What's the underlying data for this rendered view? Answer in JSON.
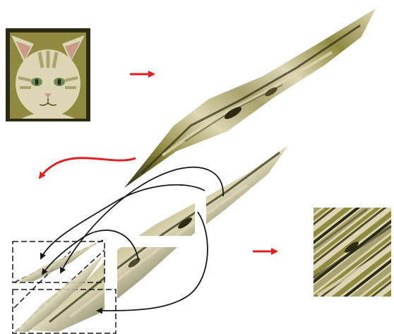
{
  "diagram": {
    "steps": [
      "kitten-image",
      "sheared-stretched-image",
      "cut-and-rearranged-pieces",
      "tiled-square-result"
    ]
  },
  "colors": {
    "background": "#ffffff",
    "arrow_red": "#e02020",
    "arrow_black": "#1a1a1a",
    "dashed_outline": "#1a1a1a",
    "fur_light": "#dcd6b4",
    "fur_mid": "#a9a36f",
    "fur_olive": "#8f8a3f",
    "fur_dark": "#2c2a12",
    "fur_shadow": "#4e4b26",
    "eye_green": "#6f8a5a",
    "nose_pink": "#c99a8a"
  },
  "icons": {
    "red_arrow": "right-arrow-icon",
    "curved_red_arrow": "curved-left-arrow-icon",
    "black_arrows": "curved-arrow-icon"
  }
}
